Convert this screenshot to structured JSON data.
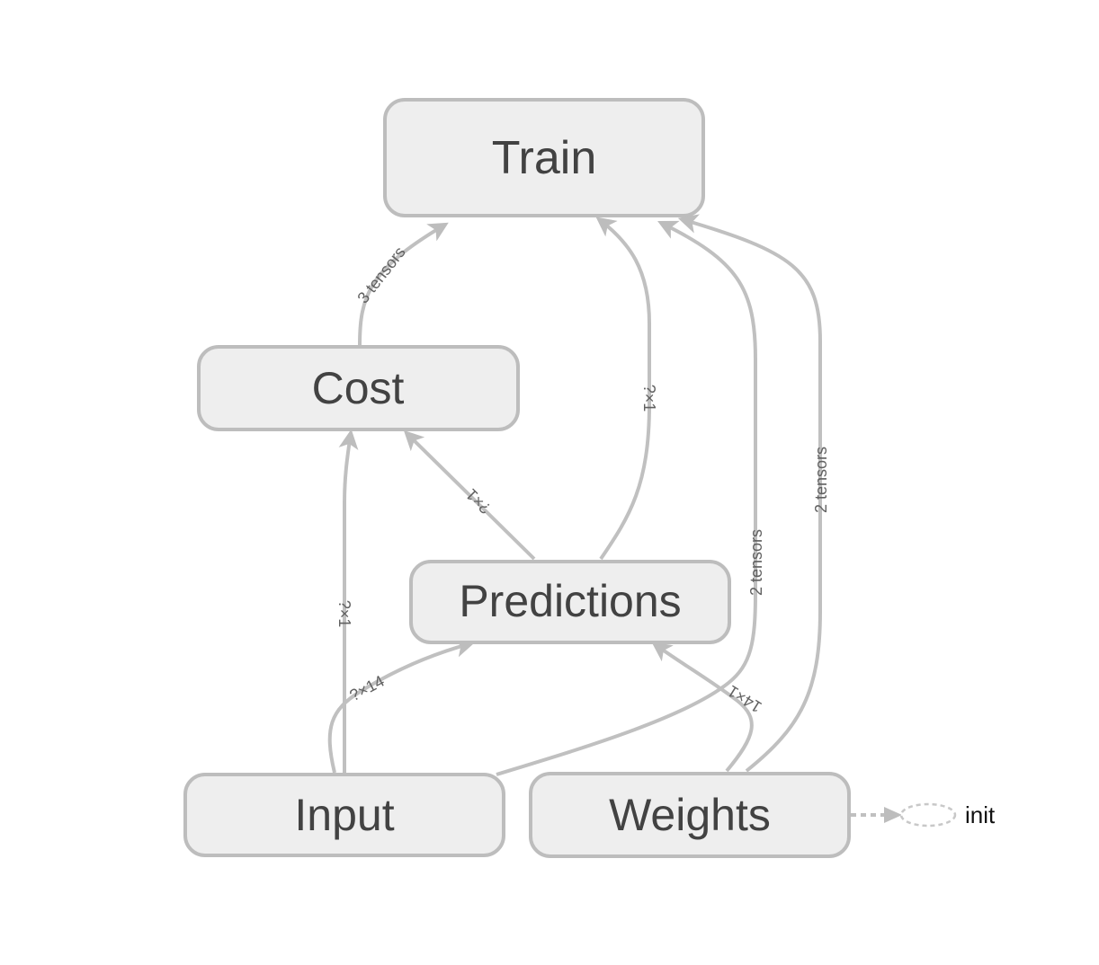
{
  "nodes": {
    "train": "Train",
    "cost": "Cost",
    "predictions": "Predictions",
    "input": "Input",
    "weights": "Weights",
    "init": "init"
  },
  "edges": {
    "cost_to_train": "3 tensors",
    "predictions_to_train": "?×1",
    "input_to_train": "2 tensors",
    "weights_to_train": "2 tensors",
    "input_to_cost": "?×1",
    "predictions_to_cost": "?×1",
    "input_to_predictions": "?×14",
    "weights_to_predictions": "14×1"
  },
  "colors": {
    "node_fill": "#eeeeee",
    "node_stroke": "#bdbdbd",
    "edge": "#c0c0c0",
    "text": "#424242"
  }
}
